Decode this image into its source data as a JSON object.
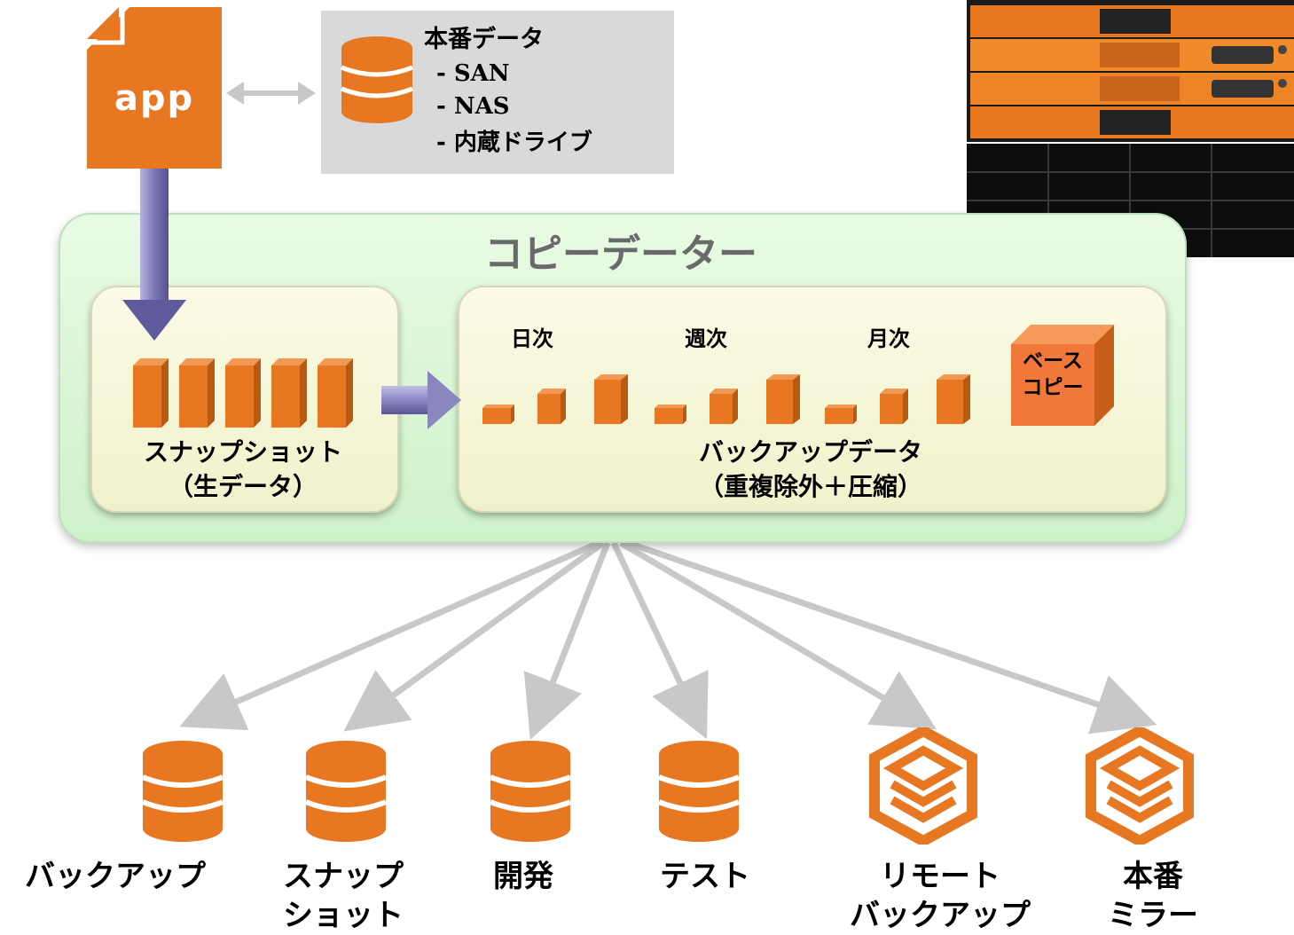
{
  "app": {
    "label": "app"
  },
  "production": {
    "title": "本番データ",
    "items": [
      "- SAN",
      "- NAS",
      "- 内蔵ドライブ"
    ]
  },
  "copy_data": {
    "title": "コピーデーター",
    "snapshot": {
      "label": "スナップショット",
      "sub": "（生データ）"
    },
    "backup": {
      "periods": [
        "日次",
        "週次",
        "月次"
      ],
      "base_copy": [
        "ベース",
        "コピー"
      ],
      "label": "バックアップデータ",
      "sub": "（重複除外＋圧縮）"
    }
  },
  "targets": [
    {
      "line1": "バックアップ",
      "line2": "",
      "icon": "database-icon"
    },
    {
      "line1": "スナップ",
      "line2": "ショット",
      "icon": "database-icon"
    },
    {
      "line1": "開発",
      "line2": "",
      "icon": "database-icon"
    },
    {
      "line1": "テスト",
      "line2": "",
      "icon": "database-icon"
    },
    {
      "line1": "リモート",
      "line2": "バックアップ",
      "icon": "stack-hexagon-icon"
    },
    {
      "line1": "本番",
      "line2": "ミラー",
      "icon": "stack-hexagon-icon"
    }
  ],
  "colors": {
    "orange": "#e87722",
    "arrow_purple": "#6e6aa6",
    "connector_gray": "#c8c8c8",
    "panel_green": "#d6f5d0",
    "panel_yellow": "#f7f7d8"
  }
}
